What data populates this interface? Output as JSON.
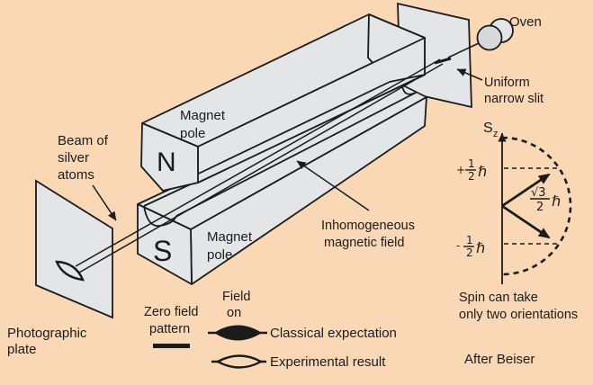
{
  "colors": {
    "background": "#FAD8B5",
    "metal_gray": "#E3E5E7",
    "metal_gray_dark": "#D7D9DC",
    "line": "#1b1b1b"
  },
  "apparatus": {
    "oven_label": "Oven",
    "slit_label_line1": "Uniform",
    "slit_label_line2": "narrow slit",
    "pole_top_line1": "Magnet",
    "pole_top_line2": "pole",
    "pole_bottom_line1": "Magnet",
    "pole_bottom_line2": "pole",
    "north_pole": "N",
    "south_pole": "S",
    "beam_label_line1": "Beam of",
    "beam_label_line2": "silver",
    "beam_label_line3": "atoms",
    "field_label_line1": "Inhomogeneous",
    "field_label_line2": "magnetic field",
    "plate_label_line1": "Photographic",
    "plate_label_line2": "plate"
  },
  "legend": {
    "zero_field_line1": "Zero field",
    "zero_field_line2": "pattern",
    "field_on_line1": "Field",
    "field_on_line2": "on",
    "classical_label": "Classical expectation",
    "experimental_label": "Experimental result"
  },
  "spin": {
    "axis_letter": "S",
    "axis_subscript": "z",
    "plus_sign": "+",
    "minus_sign": "-",
    "frac_numerator": "1",
    "frac_denominator": "2",
    "hbar": "ℏ",
    "magnitude_numerator": "√3",
    "magnitude_denominator": "2",
    "caption_line1": "Spin can take",
    "caption_line2": "only two orientations",
    "credit": "After Beiser"
  }
}
